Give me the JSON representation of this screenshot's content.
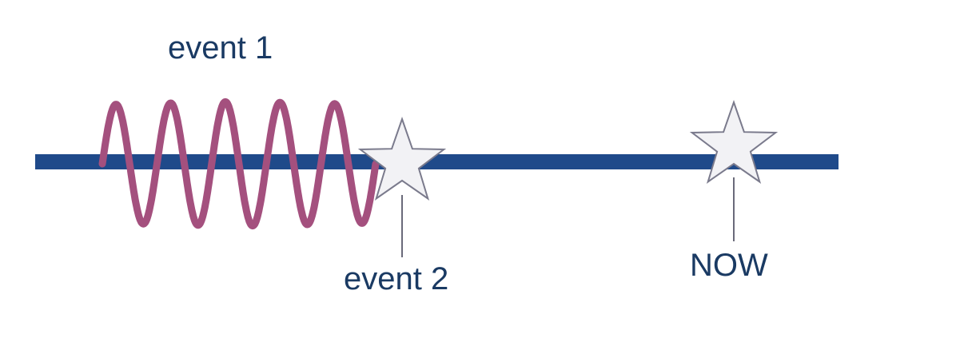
{
  "labels": {
    "event1": "event 1",
    "event2": "event 2",
    "now": "NOW"
  },
  "colors": {
    "timeline": "#1f4a8a",
    "wave": "#a4507e",
    "star_fill": "#f2f2f5",
    "star_stroke": "#7a7a8c",
    "pointer": "#6a6a7a",
    "text": "#1a3a63"
  },
  "marks": {
    "wave_cycles": 5,
    "stars": 2
  }
}
